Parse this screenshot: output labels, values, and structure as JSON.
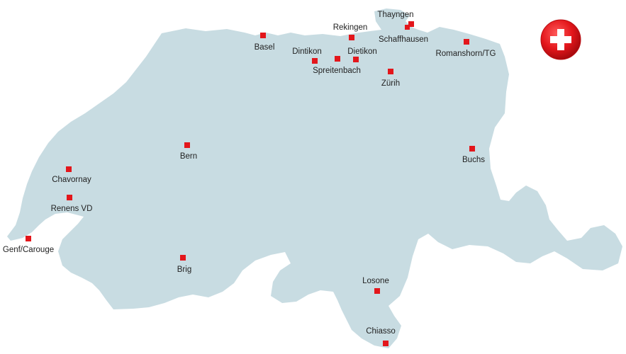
{
  "colors": {
    "land": "#c8dce2",
    "marker": "#e3161b",
    "label": "#222222",
    "flag_red": "#e3161b",
    "flag_cross": "#ffffff"
  },
  "icons": {
    "flag": "swiss-flag-icon",
    "marker": "location-square-icon"
  },
  "cities": [
    {
      "id": "basel",
      "name": "Basel"
    },
    {
      "id": "rekingen",
      "name": "Rekingen"
    },
    {
      "id": "thayngen",
      "name": "Thayngen"
    },
    {
      "id": "schaffhausen",
      "name": "Schaffhausen"
    },
    {
      "id": "dintikon",
      "name": "Dintikon"
    },
    {
      "id": "dietikon",
      "name": "Dietikon"
    },
    {
      "id": "spreitenbach",
      "name": "Spreitenbach"
    },
    {
      "id": "zurih",
      "name": "Zürih"
    },
    {
      "id": "romanshorn",
      "name": "Romanshorn/TG"
    },
    {
      "id": "bern",
      "name": "Bern"
    },
    {
      "id": "buchs",
      "name": "Buchs"
    },
    {
      "id": "chavornay",
      "name": "Chavornay"
    },
    {
      "id": "renens",
      "name": "Renens VD"
    },
    {
      "id": "genf",
      "name": "Genf/Carouge"
    },
    {
      "id": "brig",
      "name": "Brig"
    },
    {
      "id": "losone",
      "name": "Losone"
    },
    {
      "id": "chiasso",
      "name": "Chiasso"
    }
  ]
}
